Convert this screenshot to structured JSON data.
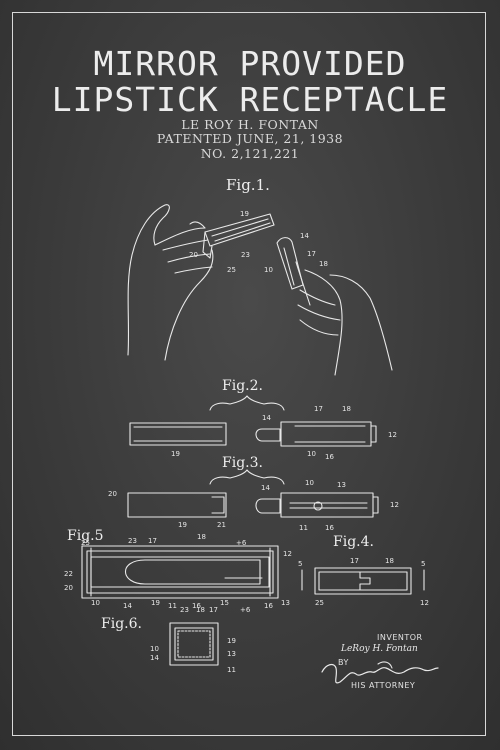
{
  "title_line1": "MIRROR PROVIDED",
  "title_line2": "LIPSTICK RECEPTACLE",
  "inventor_line": "LE ROY H. FONTAN",
  "patent_date": "PATENTED JUNE, 21, 1938",
  "patent_number": "NO. 2,121,221",
  "figures": {
    "fig1": "Fig.1.",
    "fig2": "Fig.2.",
    "fig3": "Fig.3.",
    "fig4": "Fig.4.",
    "fig5": "Fig.5",
    "fig6": "Fig.6."
  },
  "signature": {
    "inventor_label": "INVENTOR",
    "inventor_name": "LeRoy H. Fontan",
    "by_label": "BY",
    "attorney_label": "HIS ATTORNEY"
  },
  "colors": {
    "background": "#3a3a3a",
    "ink": "#e8e8e8"
  }
}
